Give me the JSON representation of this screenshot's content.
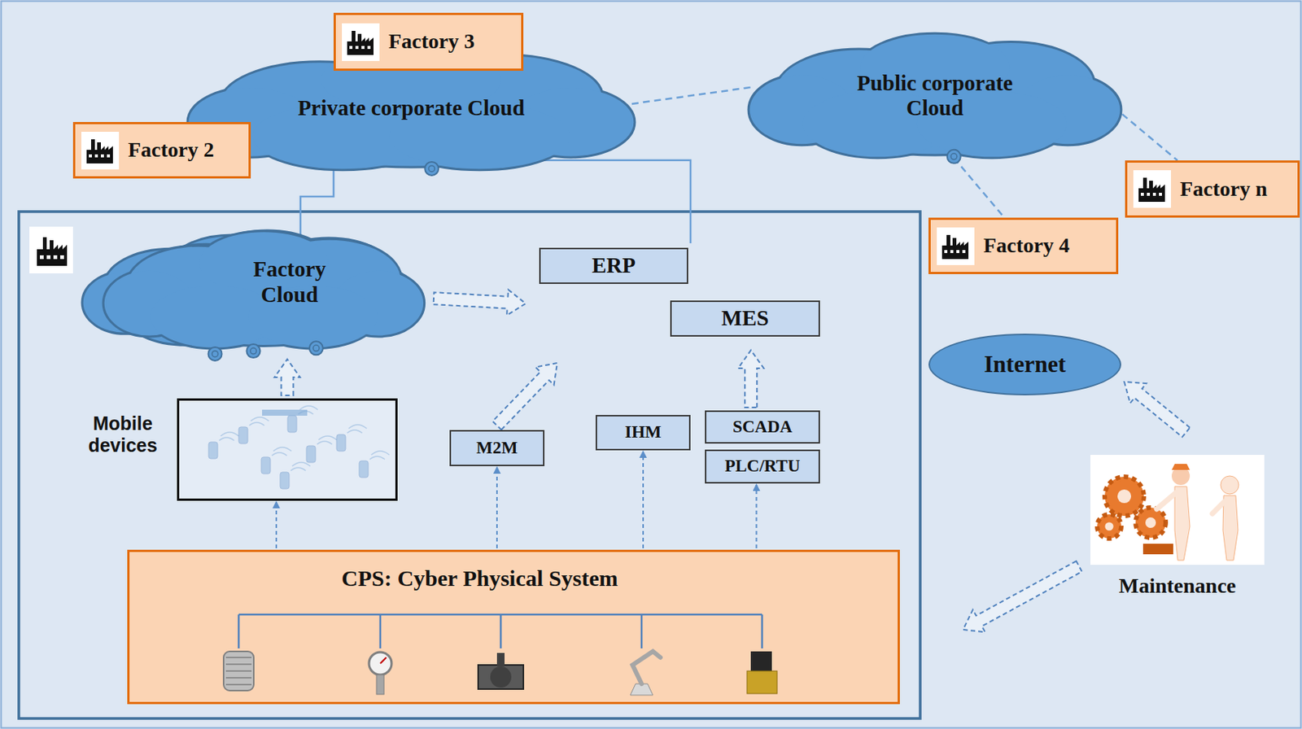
{
  "diagram": {
    "nodes": [
      {
        "text": [
          "Private corporate Cloud"
        ]
      },
      {
        "text": [
          "Factory 3"
        ]
      },
      {
        "text": [
          "Factory 2"
        ]
      },
      {
        "text": [
          "Public corporate Cloud"
        ]
      },
      {
        "text": [
          "Factory n"
        ]
      },
      {
        "text": [
          "Factory 4"
        ]
      },
      {
        "text": [
          "Factory Cloud"
        ]
      },
      {
        "text": [
          "ERP"
        ]
      },
      {
        "text": [
          "MES"
        ]
      },
      {
        "text": [
          "Mobile devices"
        ]
      },
      {
        "text": [
          "M2M"
        ]
      },
      {
        "text": [
          "IHM"
        ]
      },
      {
        "text": [
          "SCADA"
        ]
      },
      {
        "text": [
          "PLC/RTU"
        ]
      },
      {
        "text": [
          "Internet"
        ]
      },
      {
        "text": [
          "CPS: Cyber Physical System"
        ]
      },
      {
        "text": [
          "Maintenance"
        ]
      }
    ],
    "edges": [
      {
        "from": 0,
        "to": 3,
        "arrow": "none"
      },
      {
        "from": 0,
        "to": 6,
        "arrow": "none"
      },
      {
        "from": 0,
        "to": 7,
        "arrow": "none"
      },
      {
        "from": 3,
        "to": 5,
        "arrow": "none"
      },
      {
        "from": 3,
        "to": 4,
        "arrow": "none"
      },
      {
        "from": 9,
        "to": 6,
        "arrow": "to"
      },
      {
        "from": 6,
        "to": 7,
        "arrow": "to"
      },
      {
        "from": 10,
        "to": 7,
        "arrow": "to"
      },
      {
        "from": 12,
        "to": 8,
        "arrow": "to"
      },
      {
        "from": 15,
        "to": 9,
        "arrow": "to"
      },
      {
        "from": 15,
        "to": 10,
        "arrow": "to"
      },
      {
        "from": 15,
        "to": 11,
        "arrow": "to"
      },
      {
        "from": 15,
        "to": 13,
        "arrow": "to"
      },
      {
        "from": 16,
        "to": 14,
        "arrow": "to"
      }
    ]
  }
}
